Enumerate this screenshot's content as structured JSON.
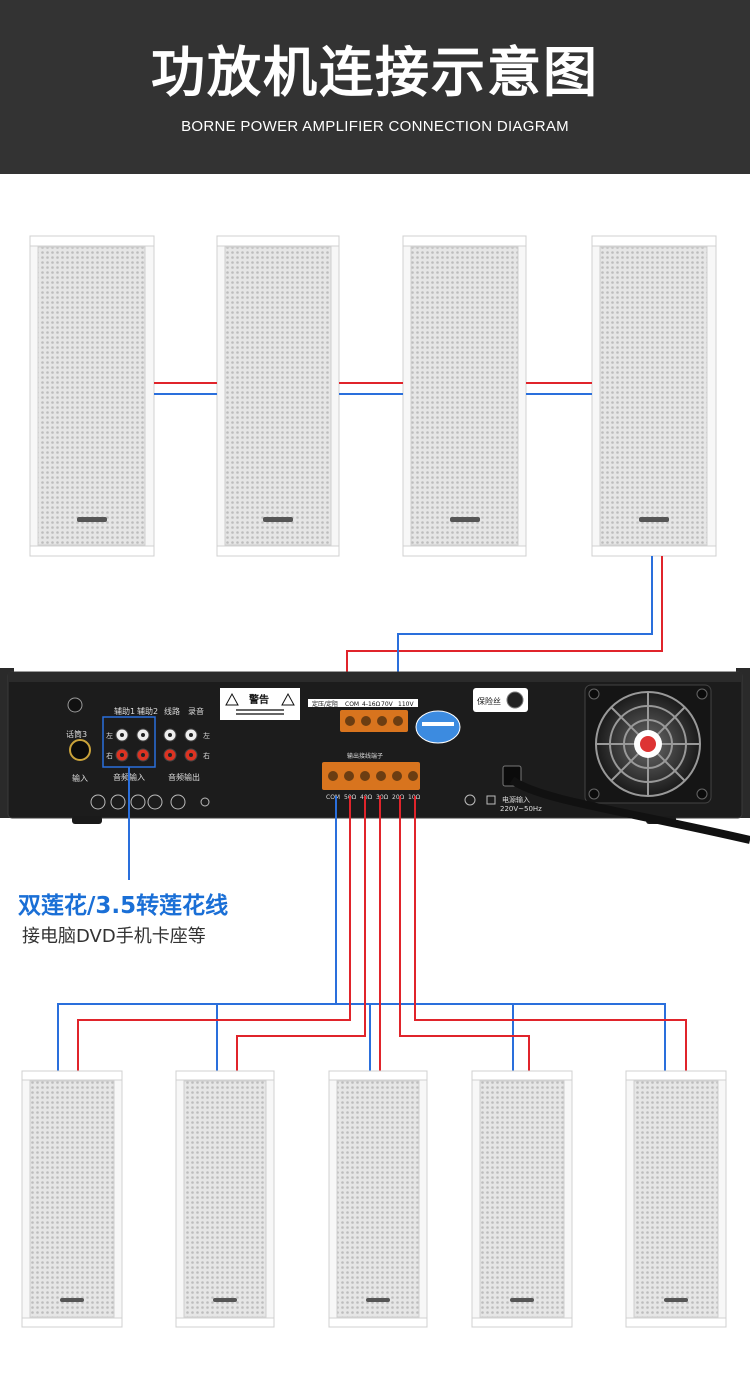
{
  "header": {
    "title": "功放机连接示意图",
    "subtitle": "BORNE POWER AMPLIFIER CONNECTION DIAGRAM"
  },
  "amplifier": {
    "warning_label": "警告",
    "aux1_label": "辅助1",
    "aux2_label": "辅助2",
    "line_label": "线路",
    "record_label": "录音",
    "left_label": "左",
    "right_label": "右",
    "mic_label": "话筒3",
    "input_label": "输入",
    "audio_in_label": "音频输入",
    "audio_out_label": "音频输出",
    "fuse_label": "保险丝",
    "power_label": "电源输入",
    "power_spec": "220V~50Hz",
    "terminal_labels": [
      "COM",
      "4-16Ω",
      "70V",
      "110V"
    ],
    "output_labels": [
      "COM",
      "50Ω",
      "40Ω",
      "30Ω",
      "20Ω",
      "10Ω"
    ],
    "output_title": "输出接线端子",
    "top_terminal_title": "定压/定阻"
  },
  "caption": {
    "line1": "双莲花/3.5转莲花线",
    "line2": "接电脑DVD手机卡座等"
  },
  "colors": {
    "header_bg": "#333333",
    "wire_red": "#e0242b",
    "wire_blue": "#2a6fdc",
    "caption_blue": "#1a6fd6",
    "chassis": "#1c1c1c",
    "terminal_orange": "#d8741e"
  }
}
